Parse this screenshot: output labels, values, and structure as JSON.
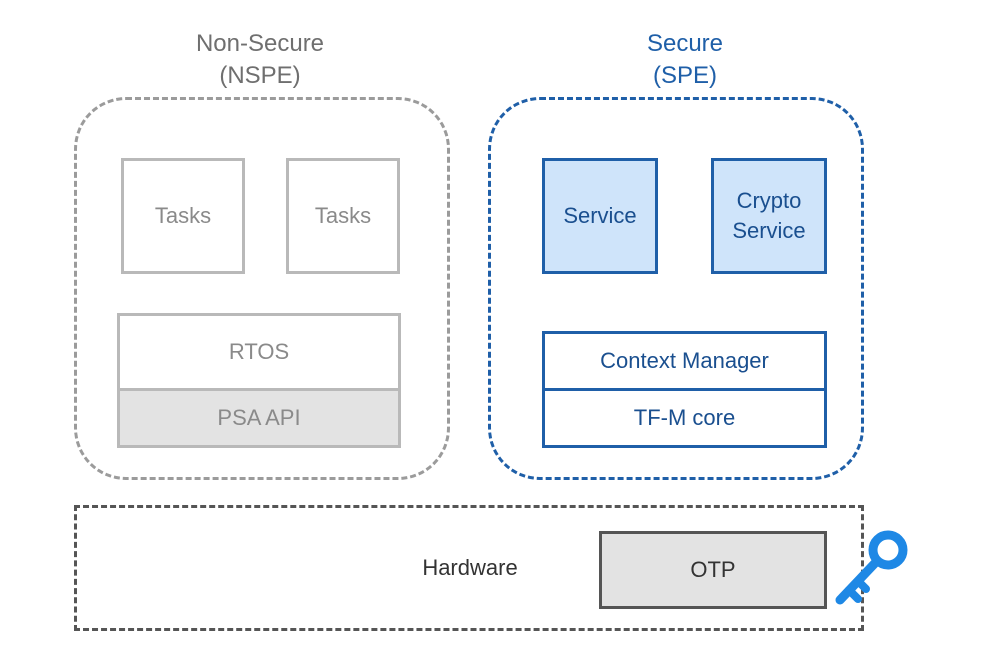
{
  "non_secure": {
    "title_line1": "Non-Secure",
    "title_line2": "(NSPE)",
    "tasks": [
      "Tasks",
      "Tasks"
    ],
    "rtos": "RTOS",
    "psa_api": "PSA API"
  },
  "secure": {
    "title_line1": "Secure",
    "title_line2": "(SPE)",
    "service": "Service",
    "crypto_line1": "Crypto",
    "crypto_line2": "Service",
    "context_manager": "Context Manager",
    "tfm_core": "TF-M core"
  },
  "hardware": {
    "label": "Hardware",
    "otp": "OTP"
  },
  "icons": {
    "key": "key-icon"
  },
  "colors": {
    "secure_blue": "#1f5fa8",
    "secure_fill": "#cfe4fa",
    "non_secure_gray": "#9b9b9b",
    "psa_fill": "#e3e3e3",
    "key_blue": "#1e88e5"
  }
}
